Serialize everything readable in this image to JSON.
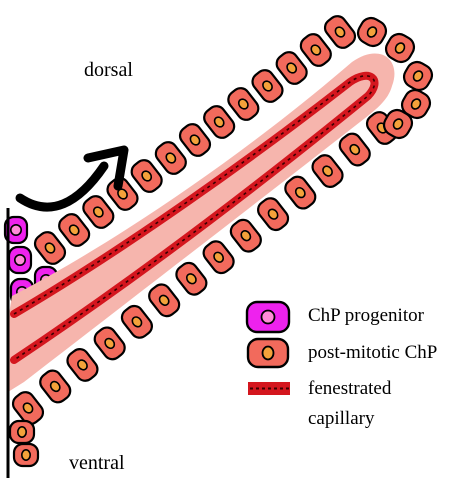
{
  "orientation": {
    "top_label": "dorsal",
    "bottom_label": "ventral"
  },
  "legend": {
    "progenitor": "ChP progenitor",
    "post_mitotic": "post-mitotic ChP",
    "capillary_line1": "fenestrated",
    "capillary_line2": "capillary"
  },
  "colors": {
    "progenitor_fill": "#ee22ee",
    "progenitor_nucleus": "#ff8ad8",
    "cell_fill": "#f26a5c",
    "cell_nucleus": "#f4a23a",
    "stroma": "#f6b5ad",
    "capillary": "#d4161e",
    "outline": "#000000"
  },
  "icons": [
    "growth-direction-arrow-icon"
  ]
}
